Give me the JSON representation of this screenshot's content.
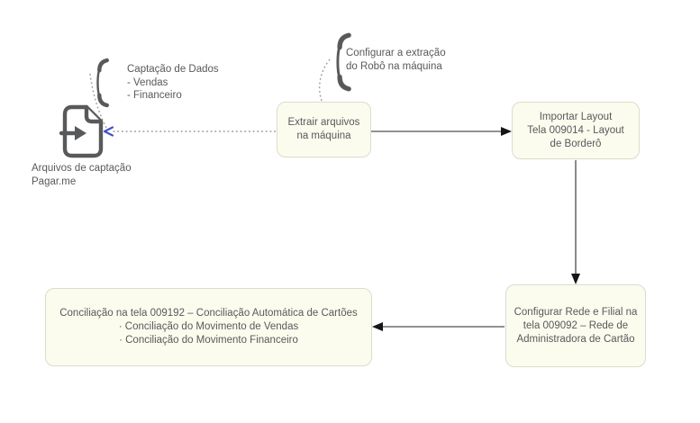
{
  "diagram": {
    "title_hint": "Fluxo de conciliação de cartões Pagar.me",
    "colors": {
      "box_fill": "#fcfcee",
      "box_border": "#dcdccb",
      "text": "#58595b",
      "line": "#6e6e6e",
      "arrowhead": "#161616",
      "dotted": "#9a9a9a",
      "blue_arrow": "#4150c8",
      "brace": "#58595b"
    },
    "icons": {
      "file_import": "file-import-icon",
      "brace_capture": "curly-brace-icon",
      "brace_robot": "curly-brace-icon"
    },
    "nodes": {
      "extract": {
        "lines": [
          "Extrair arquivos",
          "na máquina"
        ]
      },
      "import_layout": {
        "lines": [
          "Importar Layout",
          "Tela 009014 - Layout",
          "de Borderô"
        ]
      },
      "configure_network": {
        "lines": [
          "Configurar Rede e Filial na",
          "tela 009092 – Rede de",
          "Administradora de Cartão"
        ]
      },
      "conciliation": {
        "lines": [
          "Conciliação na tela 009192 – Conciliação Automática de Cartões",
          "· Conciliação do Movimento de Vendas",
          "· Conciliação do Movimento Financeiro"
        ]
      }
    },
    "annotations": {
      "capture": {
        "lines": [
          "Captação de Dados",
          "- Vendas",
          "- Financeiro"
        ]
      },
      "robot": {
        "lines": [
          "Configurar a extração",
          "do Robô na máquina"
        ]
      },
      "file_label": {
        "lines": [
          "Arquivos de captação",
          "Pagar.me"
        ]
      }
    }
  }
}
